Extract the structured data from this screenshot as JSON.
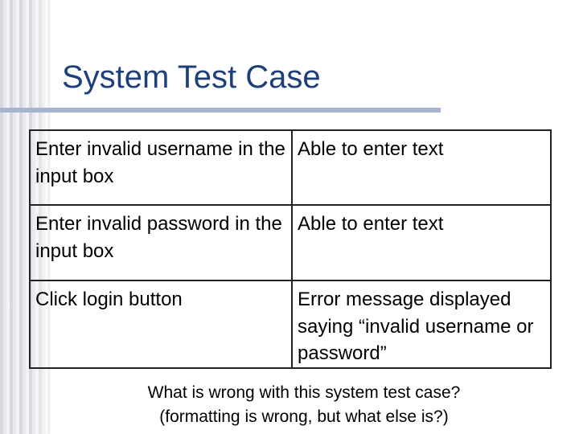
{
  "slide": {
    "title": "System Test Case",
    "rows": [
      {
        "action": "Enter invalid username in the input box",
        "expected": "Able to enter text"
      },
      {
        "action": "Enter invalid password in the input box",
        "expected": "Able to enter text"
      },
      {
        "action": "Click login button",
        "expected": "Error message displayed saying “invalid username or password”"
      }
    ],
    "question_line1": "What is wrong with this system test case?",
    "question_line2": "(formatting is wrong, but what else is?)",
    "colors": {
      "title": "#1f3f7a",
      "rule": "#a7b4cf",
      "table_border": "#222222"
    }
  }
}
